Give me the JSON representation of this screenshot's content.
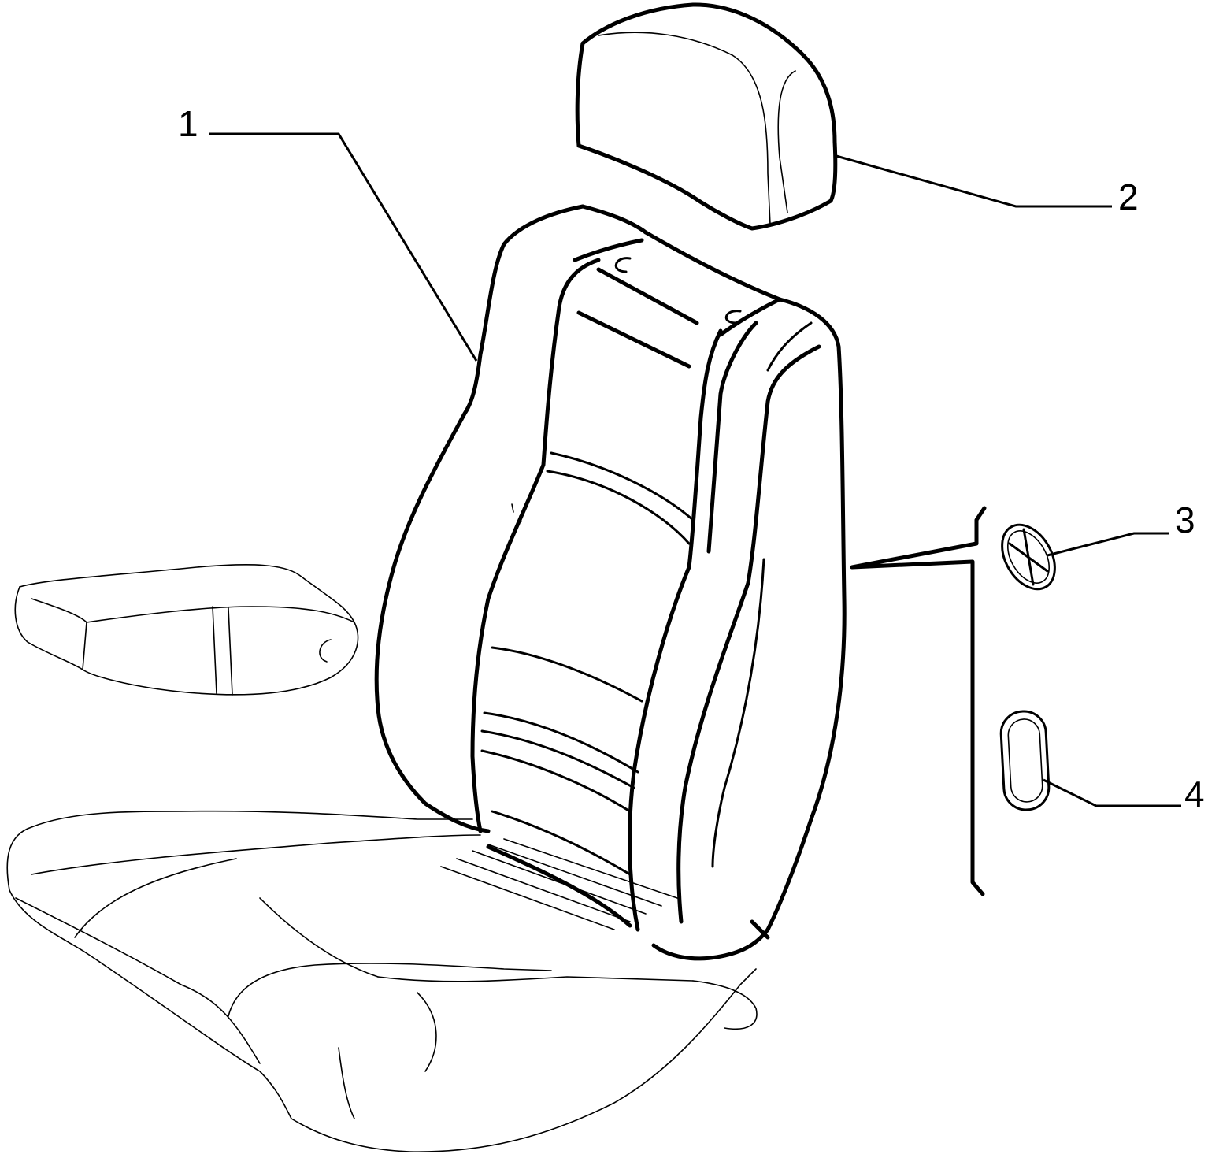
{
  "colors": {
    "ink": "#000000",
    "background": "#ffffff"
  },
  "callouts": [
    {
      "number": "1",
      "part": "seat-backrest-cover"
    },
    {
      "number": "2",
      "part": "headrest"
    },
    {
      "number": "3",
      "part": "round-clip"
    },
    {
      "number": "4",
      "part": "oval-trim"
    }
  ]
}
